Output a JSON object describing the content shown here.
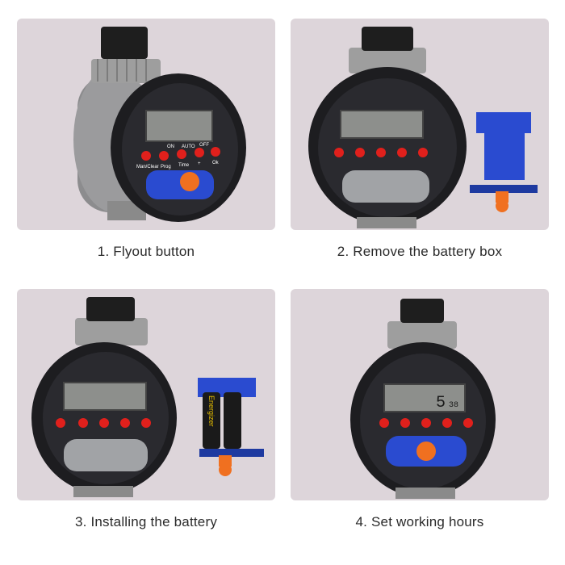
{
  "steps": [
    {
      "caption": "1. Flyout button"
    },
    {
      "caption": "2. Remove the battery box"
    },
    {
      "caption": "3. Installing the battery"
    },
    {
      "caption": "4. Set working hours"
    }
  ],
  "device": {
    "top_labels": [
      "ON",
      "AUTO",
      "OFF"
    ],
    "bottom_labels": [
      "Man/Clear",
      "Prog",
      "Time",
      "+",
      "Ok"
    ],
    "display_digit": "5",
    "display_small": "38"
  },
  "battery_brand": "Energizer",
  "colors": {
    "panel": "#ddd5da",
    "button_red": "#e0201c",
    "knob_orange": "#f07020",
    "battery_box_blue": "#2a4bd0",
    "bezel": "#1e1e22",
    "thread_gray": "#9a9a9a"
  }
}
